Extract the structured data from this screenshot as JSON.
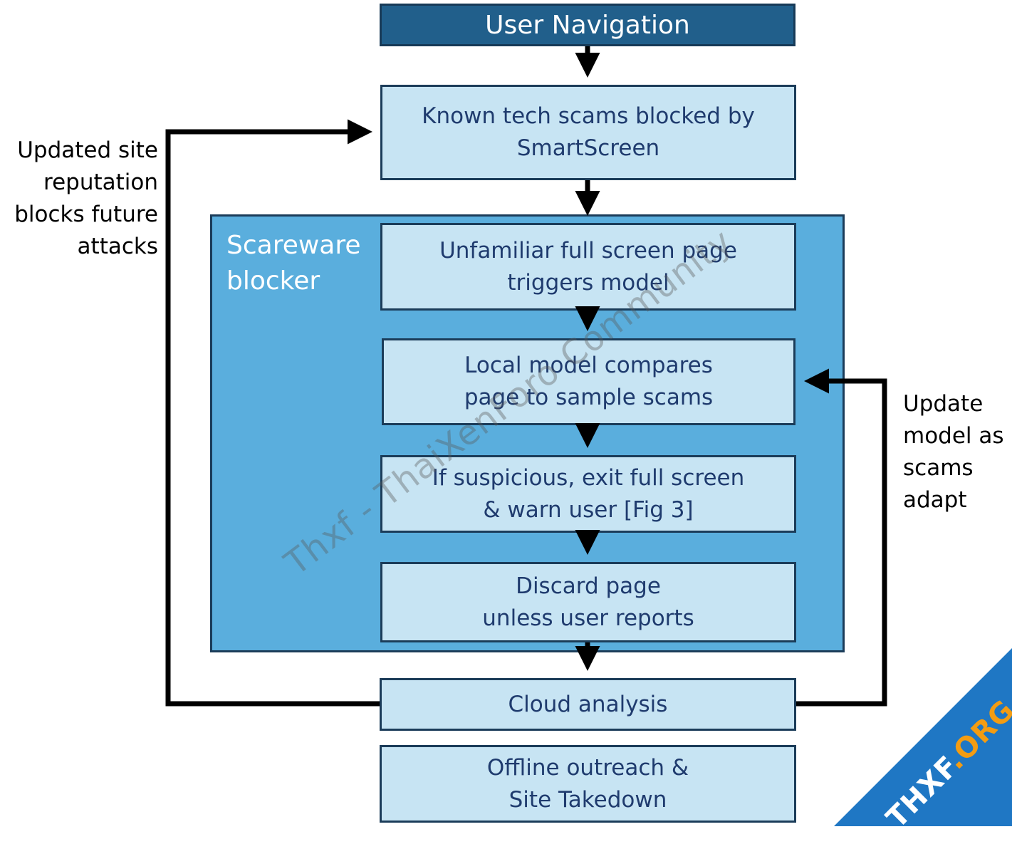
{
  "title": "User Navigation",
  "nodes": {
    "known_scams": [
      "Known tech scams blocked by",
      "SmartScreen"
    ],
    "unfamiliar": [
      "Unfamiliar full screen page",
      "triggers model"
    ],
    "local_model": [
      "Local model compares",
      "page to sample scams"
    ],
    "suspicious": [
      "If suspicious, exit full screen",
      "& warn user [Fig 3]"
    ],
    "discard": [
      "Discard page",
      "unless user reports"
    ],
    "cloud": [
      "Cloud analysis"
    ],
    "offline": [
      "Offline outreach &",
      "Site Takedown"
    ]
  },
  "container_label": [
    "Scareware",
    "blocker"
  ],
  "left_note": [
    "Updated site",
    "reputation",
    "blocks future",
    "attacks"
  ],
  "right_note": [
    "Update",
    "model as",
    "scams",
    "adapt"
  ],
  "watermark": "Thxf - ThaiXenForo Community",
  "corner_logo": {
    "main": "THXF",
    "accent": ".ORG"
  },
  "colors": {
    "header_fill": "#215f8b",
    "node_fill": "#c7e4f3",
    "container_fill": "#5aaedd",
    "node_text": "#1f3b6e",
    "arrow": "#000000",
    "corner_banner": "#1f77c4",
    "corner_accent": "#f39c12"
  }
}
